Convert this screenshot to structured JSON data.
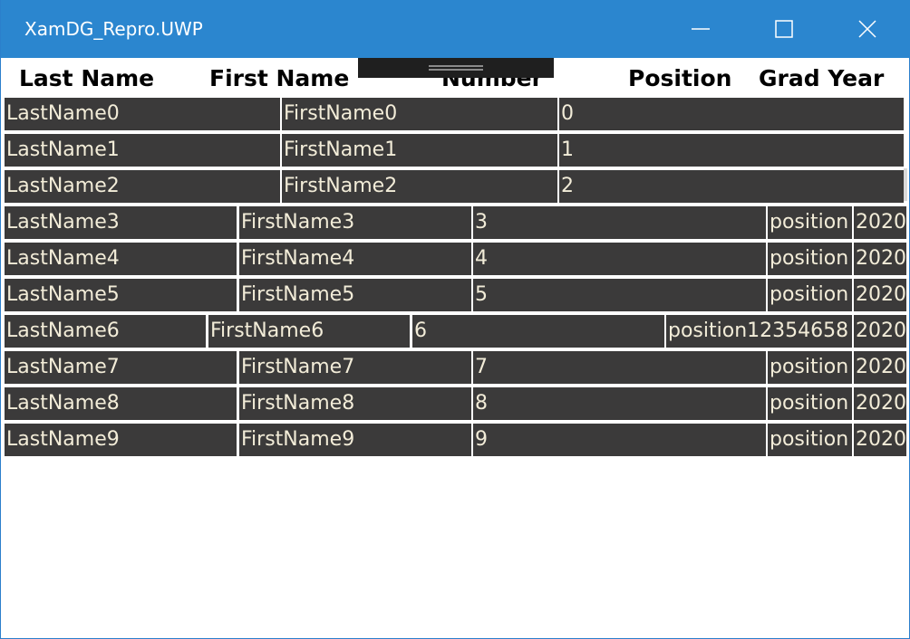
{
  "window": {
    "title": "XamDG_Repro.UWP",
    "accent": "#2b86cf"
  },
  "title_bar": {
    "buttons": [
      {
        "name": "minimize-icon"
      },
      {
        "name": "maximize-icon"
      },
      {
        "name": "close-icon"
      }
    ]
  },
  "header": {
    "last_name": "Last Name",
    "first_name": "First Name",
    "number": "Number",
    "position": "Position",
    "grad_year": "Grad Year"
  },
  "rows": [
    {
      "last": "LastName0",
      "first": "FirstName0",
      "number": "0",
      "position": "",
      "grad": ""
    },
    {
      "last": "LastName1",
      "first": "FirstName1",
      "number": "1",
      "position": "",
      "grad": ""
    },
    {
      "last": "LastName2",
      "first": "FirstName2",
      "number": "2",
      "position": "",
      "grad": ""
    },
    {
      "last": "LastName3",
      "first": "FirstName3",
      "number": "3",
      "position": "position",
      "grad": "2020"
    },
    {
      "last": "LastName4",
      "first": "FirstName4",
      "number": "4",
      "position": "position",
      "grad": "2020"
    },
    {
      "last": "LastName5",
      "first": "FirstName5",
      "number": "5",
      "position": "position",
      "grad": "2020"
    },
    {
      "last": "LastName6",
      "first": "FirstName6",
      "number": "6",
      "position": "position12354658",
      "grad": "2020"
    },
    {
      "last": "LastName7",
      "first": "FirstName7",
      "number": "7",
      "position": "position",
      "grad": "2020"
    },
    {
      "last": "LastName8",
      "first": "FirstName8",
      "number": "8",
      "position": "position",
      "grad": "2020"
    },
    {
      "last": "LastName9",
      "first": "FirstName9",
      "number": "9",
      "position": "position",
      "grad": "2020"
    }
  ],
  "colors": {
    "cell_background": "#3b3a3a",
    "cell_text": "#f2ecd8"
  }
}
